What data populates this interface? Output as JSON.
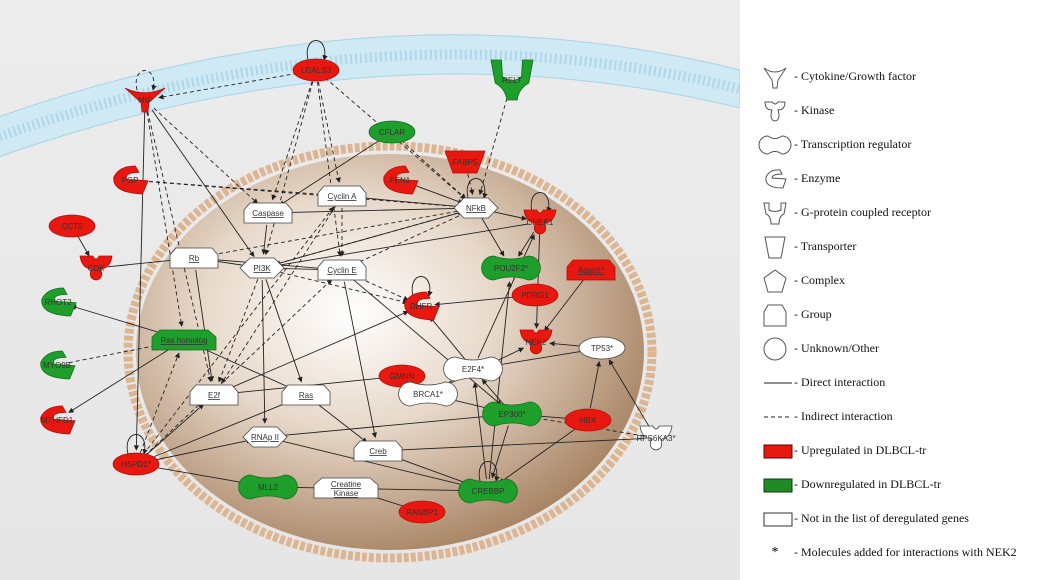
{
  "network": {
    "nodes": [
      {
        "id": "mif",
        "label": "MIF",
        "shape": "cytokine",
        "status": "up"
      },
      {
        "id": "lgals3",
        "label": "LGALS3",
        "shape": "other",
        "status": "up"
      },
      {
        "id": "relt",
        "label": "RELT",
        "shape": "gpcr",
        "status": "down"
      },
      {
        "id": "cflar",
        "label": "CFLAR",
        "shape": "other",
        "status": "down"
      },
      {
        "id": "fabp5",
        "label": "FABP5",
        "shape": "transporter",
        "status": "up"
      },
      {
        "id": "pgp",
        "label": "PGP",
        "shape": "enzyme",
        "status": "up"
      },
      {
        "id": "fen1",
        "label": "FEN1",
        "shape": "enzyme",
        "status": "up"
      },
      {
        "id": "cct5",
        "label": "CCT5",
        "shape": "other",
        "status": "up"
      },
      {
        "id": "cdk",
        "label": "CDK",
        "shape": "kinase",
        "status": "up"
      },
      {
        "id": "rhot2",
        "label": "RHOT2",
        "shape": "enzyme",
        "status": "down"
      },
      {
        "id": "myo9b",
        "label": "MYO9B",
        "shape": "enzyme",
        "status": "down"
      },
      {
        "id": "mthfd1",
        "label": "MTHFD1",
        "shape": "enzyme",
        "status": "up"
      },
      {
        "id": "caspase",
        "label": "Caspase",
        "shape": "group",
        "status": "none"
      },
      {
        "id": "cyclina",
        "label": "Cyclin A",
        "shape": "group",
        "status": "none"
      },
      {
        "id": "nfkb",
        "label": "NFkB",
        "shape": "complex",
        "status": "none"
      },
      {
        "id": "chek1",
        "label": "CHEK1",
        "shape": "kinase",
        "status": "up"
      },
      {
        "id": "rb",
        "label": "Rb",
        "shape": "group",
        "status": "none"
      },
      {
        "id": "pi3k",
        "label": "PI3K",
        "shape": "complex",
        "status": "none"
      },
      {
        "id": "cycline",
        "label": "Cyclin E",
        "shape": "group",
        "status": "none"
      },
      {
        "id": "pou2f2",
        "label": "POU2F2*",
        "shape": "transcription",
        "status": "down"
      },
      {
        "id": "agap1",
        "label": "Agap1*",
        "shape": "group",
        "status": "up"
      },
      {
        "id": "dhfr",
        "label": "DHFR",
        "shape": "enzyme",
        "status": "up"
      },
      {
        "id": "pdrg1",
        "label": "PDRG1",
        "shape": "other",
        "status": "up"
      },
      {
        "id": "rashomolog",
        "label": "Ras homolog",
        "shape": "group",
        "status": "down"
      },
      {
        "id": "nek2",
        "label": "NEK2",
        "shape": "kinase",
        "status": "up"
      },
      {
        "id": "tp53",
        "label": "TP53*",
        "shape": "other",
        "status": "none"
      },
      {
        "id": "gmnn",
        "label": "GMNN",
        "shape": "other",
        "status": "up"
      },
      {
        "id": "e2f4",
        "label": "E2F4*",
        "shape": "transcription",
        "status": "none"
      },
      {
        "id": "e2f",
        "label": "E2f",
        "shape": "group",
        "status": "none"
      },
      {
        "id": "ras",
        "label": "Ras",
        "shape": "group",
        "status": "none"
      },
      {
        "id": "brca1",
        "label": "BRCA1*",
        "shape": "transcription",
        "status": "none"
      },
      {
        "id": "ep300",
        "label": "EP300*",
        "shape": "transcription",
        "status": "down"
      },
      {
        "id": "hbx",
        "label": "HBX",
        "shape": "other",
        "status": "up"
      },
      {
        "id": "rps6ka3",
        "label": "RPS6KA3*",
        "shape": "kinase",
        "status": "none"
      },
      {
        "id": "rnapii",
        "label": "RNAp II",
        "shape": "complex",
        "status": "none"
      },
      {
        "id": "creb",
        "label": "Creb",
        "shape": "group",
        "status": "none"
      },
      {
        "id": "hspd1",
        "label": "HSPD1*",
        "shape": "other",
        "status": "up"
      },
      {
        "id": "mll2",
        "label": "MLL2",
        "shape": "transcription",
        "status": "down"
      },
      {
        "id": "creatinekinase",
        "label": "Creatine Kinase",
        "shape": "group",
        "status": "none"
      },
      {
        "id": "crebbp",
        "label": "CREBBP",
        "shape": "transcription",
        "status": "down"
      },
      {
        "id": "ranbp1",
        "label": "RANBP1",
        "shape": "other",
        "status": "up"
      }
    ],
    "edges": [
      [
        "lgals3",
        "mif",
        "i"
      ],
      [
        "lgals3",
        "caspase",
        "i"
      ],
      [
        "lgals3",
        "cyclina",
        "i"
      ],
      [
        "lgals3",
        "pi3k",
        "i"
      ],
      [
        "lgals3",
        "cycline",
        "i"
      ],
      [
        "lgals3",
        "nfkb",
        "i"
      ],
      [
        "lgals3",
        "lgals3",
        "d"
      ],
      [
        "mif",
        "mif",
        "i"
      ],
      [
        "relt",
        "nfkb",
        "i"
      ],
      [
        "mif",
        "pi3k",
        "d"
      ],
      [
        "mif",
        "caspase",
        "i"
      ],
      [
        "mif",
        "e2f",
        "i"
      ],
      [
        "mif",
        "rashomolog",
        "i"
      ],
      [
        "mif",
        "hspd1",
        "d"
      ],
      [
        "cflar",
        "caspase",
        "d"
      ],
      [
        "cflar",
        "nfkb",
        "i"
      ],
      [
        "fabp5",
        "nfkb",
        "i"
      ],
      [
        "pgp",
        "nfkb",
        "i"
      ],
      [
        "fen1",
        "nfkb",
        "d"
      ],
      [
        "cyclina",
        "nfkb",
        "d"
      ],
      [
        "caspase",
        "nfkb",
        "d"
      ],
      [
        "nfkb",
        "nfkb",
        "d"
      ],
      [
        "nfkb",
        "chek1",
        "d"
      ],
      [
        "nfkb",
        "pou2f2",
        "d"
      ],
      [
        "nfkb",
        "rb",
        "i"
      ],
      [
        "nfkb",
        "pi3k",
        "i"
      ],
      [
        "nfkb",
        "cycline",
        "i"
      ],
      [
        "chek1",
        "chek1",
        "d"
      ],
      [
        "chek1",
        "pi3k",
        "d"
      ],
      [
        "chek1",
        "pou2f2",
        "d"
      ],
      [
        "chek1",
        "nek2",
        "d"
      ],
      [
        "cct5",
        "cdk",
        "d"
      ],
      [
        "cdk",
        "rb",
        "d"
      ],
      [
        "rb",
        "pi3k",
        "d"
      ],
      [
        "rb",
        "e2f",
        "d"
      ],
      [
        "rb",
        "cycline",
        "d"
      ],
      [
        "pi3k",
        "cycline",
        "d"
      ],
      [
        "pi3k",
        "rnapii",
        "d"
      ],
      [
        "pi3k",
        "ras",
        "d"
      ],
      [
        "pi3k",
        "e2f",
        "i"
      ],
      [
        "pi3k",
        "dhfr",
        "i"
      ],
      [
        "cycline",
        "dhfr",
        "i"
      ],
      [
        "cycline",
        "creb",
        "d"
      ],
      [
        "rashomolog",
        "rhot2",
        "d"
      ],
      [
        "myo9b",
        "rashomolog",
        "i"
      ],
      [
        "rashomolog",
        "mthfd1",
        "d"
      ],
      [
        "rashomolog",
        "ras",
        "d"
      ],
      [
        "dhfr",
        "dhfr",
        "d"
      ],
      [
        "pdrg1",
        "dhfr",
        "d"
      ],
      [
        "agap1",
        "nek2",
        "d"
      ],
      [
        "tp53",
        "nek2",
        "d"
      ],
      [
        "tp53",
        "e2f4",
        "d"
      ],
      [
        "e2f4",
        "brca1",
        "d"
      ],
      [
        "e2f4",
        "dhfr",
        "d"
      ],
      [
        "e2f4",
        "chek1",
        "d"
      ],
      [
        "brca1",
        "ep300",
        "d"
      ],
      [
        "brca1",
        "nek2",
        "d"
      ],
      [
        "ep300",
        "crebbp",
        "d"
      ],
      [
        "ep300",
        "e2f4",
        "d"
      ],
      [
        "hbx",
        "ep300",
        "d"
      ],
      [
        "hbx",
        "crebbp",
        "d"
      ],
      [
        "hbx",
        "tp53",
        "d"
      ],
      [
        "rps6ka3",
        "tp53",
        "d"
      ],
      [
        "rps6ka3",
        "creb",
        "d"
      ],
      [
        "rps6ka3",
        "ep300",
        "i"
      ],
      [
        "hspd1",
        "hspd1",
        "d"
      ],
      [
        "hspd1",
        "rnapii",
        "d"
      ],
      [
        "hspd1",
        "mll2",
        "d"
      ],
      [
        "hspd1",
        "ras",
        "d"
      ],
      [
        "hspd1",
        "e2f",
        "d"
      ],
      [
        "hspd1",
        "cycline",
        "i"
      ],
      [
        "hspd1",
        "cyclina",
        "i"
      ],
      [
        "hspd1",
        "rashomolog",
        "i"
      ],
      [
        "mll2",
        "crebbp",
        "d"
      ],
      [
        "creatinekinase",
        "ranbp1",
        "d"
      ],
      [
        "crebbp",
        "crebbp",
        "d"
      ],
      [
        "creb",
        "crebbp",
        "d"
      ],
      [
        "rnapii",
        "crebbp",
        "d"
      ],
      [
        "rnapii",
        "ep300",
        "d"
      ],
      [
        "ras",
        "creb",
        "d"
      ],
      [
        "gmnn",
        "e2f",
        "d"
      ],
      [
        "cyclina",
        "e2f",
        "i"
      ],
      [
        "cyclina",
        "cycline",
        "i"
      ],
      [
        "e2f",
        "dhfr",
        "d"
      ],
      [
        "crebbp",
        "e2f4",
        "d"
      ],
      [
        "crebbp",
        "pou2f2",
        "d"
      ],
      [
        "cycline",
        "ep300",
        "d"
      ],
      [
        "pi3k",
        "nfkb",
        "d"
      ],
      [
        "caspase",
        "pi3k",
        "d"
      ],
      [
        "pgp",
        "cyclina",
        "i"
      ]
    ]
  },
  "legend": {
    "items": [
      {
        "icon": "cytokine",
        "label": "- Cytokine/Growth factor"
      },
      {
        "icon": "kinase",
        "label": "- Kinase"
      },
      {
        "icon": "transcription",
        "label": "- Transcription regulator"
      },
      {
        "icon": "enzyme",
        "label": "- Enzyme"
      },
      {
        "icon": "gpcr",
        "label": "- G-protein coupled receptor"
      },
      {
        "icon": "transporter",
        "label": "- Transporter"
      },
      {
        "icon": "complex",
        "label": "- Complex"
      },
      {
        "icon": "group",
        "label": "- Group"
      },
      {
        "icon": "other",
        "label": "- Unknown/Other"
      },
      {
        "icon": "direct-line",
        "label": "- Direct interaction"
      },
      {
        "icon": "indirect-line",
        "label": "- Indirect interaction"
      },
      {
        "icon": "red-box",
        "label": "- Upregulated in DLBCL-tr"
      },
      {
        "icon": "green-box",
        "label": "- Downregulated in DLBCL-tr"
      },
      {
        "icon": "white-box",
        "label": "- Not in the list of deregulated genes"
      },
      {
        "icon": "asterisk",
        "label": "- Molecules added for interactions with NEK2",
        "symbol": "*"
      }
    ]
  },
  "colors": {
    "up": "#e8170f",
    "down": "#1e9e2b",
    "none": "#ffffff",
    "cell": "#c4a383",
    "membrane": "#bfe3f2"
  }
}
